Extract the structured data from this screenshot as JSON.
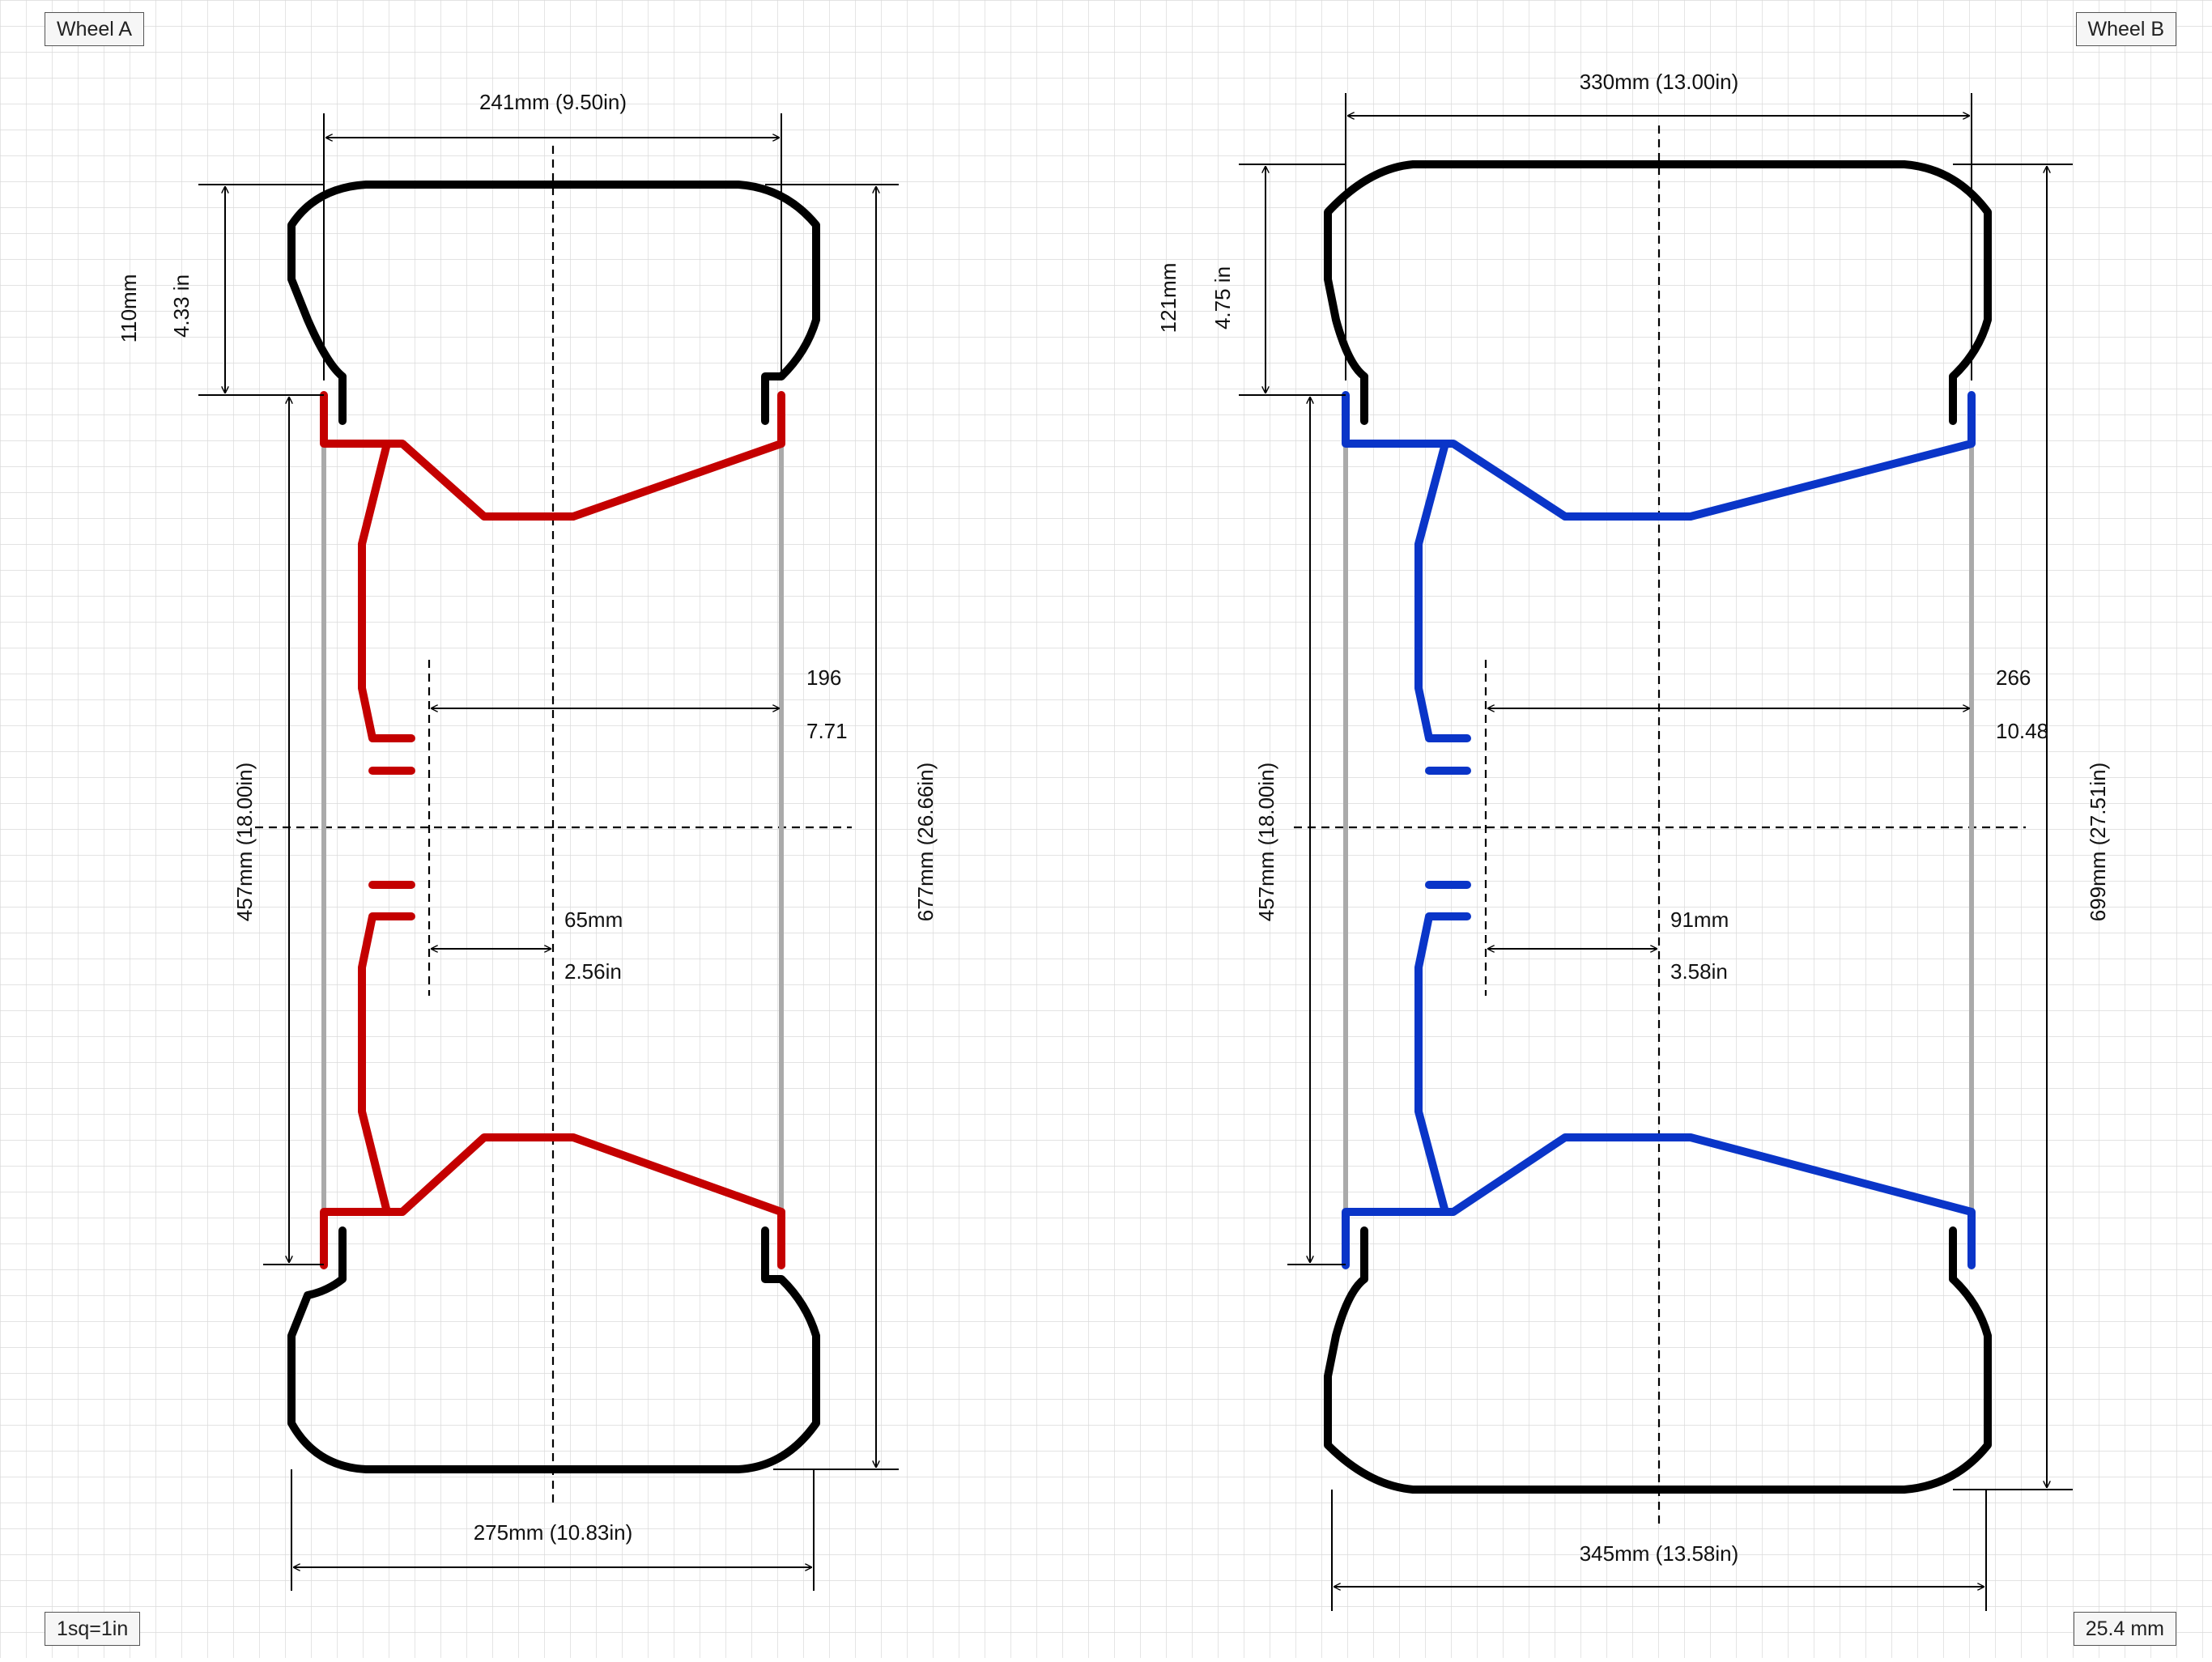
{
  "labels": {
    "wheel_a": "Wheel A",
    "wheel_b": "Wheel B",
    "grid_scale": "1sq=1in",
    "unit": "25.4 mm"
  },
  "colors": {
    "wheel_a": "#c40000",
    "wheel_b": "#0a35c8",
    "tire": "#000000",
    "barrel": "#aaaaaa",
    "grid": "#d9d9d9"
  },
  "wheel_a": {
    "rim_width": "241mm (9.50in)",
    "tire_width": "275mm (10.83in)",
    "sidewall_mm": "110mm",
    "sidewall_in": "4.33 in",
    "rim_diameter": "457mm (18.00in)",
    "overall_diameter": "677mm (26.66in)",
    "backspace_mm": "196",
    "backspace_in": "7.71",
    "offset_mm": "65mm",
    "offset_in": "2.56in"
  },
  "wheel_b": {
    "rim_width": "330mm (13.00in)",
    "tire_width": "345mm (13.58in)",
    "sidewall_mm": "121mm",
    "sidewall_in": "4.75 in",
    "rim_diameter": "457mm (18.00in)",
    "overall_diameter": "699mm (27.51in)",
    "backspace_mm": "266",
    "backspace_in": "10.48",
    "offset_mm": "91mm",
    "offset_in": "3.58in"
  }
}
